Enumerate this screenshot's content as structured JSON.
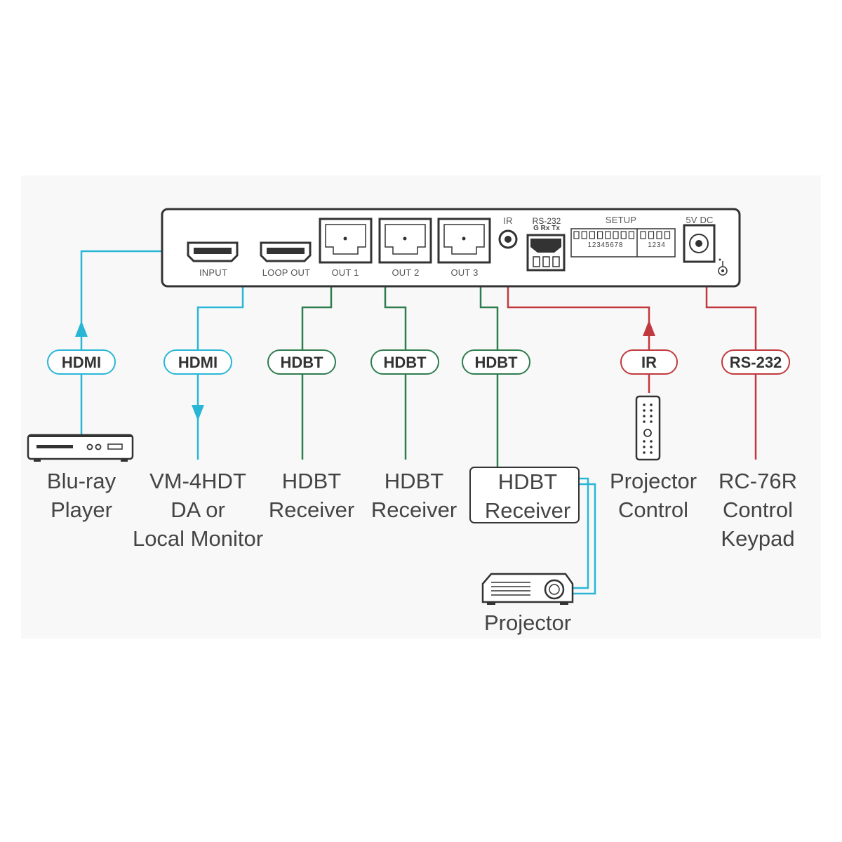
{
  "device_panel": {
    "ports": {
      "input": "INPUT",
      "loop_out": "LOOP OUT",
      "out1": "OUT 1",
      "out2": "OUT 2",
      "out3": "OUT 3",
      "ir": "IR",
      "rs232": "RS-232",
      "rs232_pins": "G  Rx  Tx",
      "setup": "SETUP",
      "setup_left_numbers": "1 2 3 4 5 6 7 8",
      "setup_right_numbers": "1 2 3 4",
      "power": "5V DC"
    }
  },
  "badges": {
    "hdmi_in": "HDMI",
    "hdmi_out": "HDMI",
    "hdbt1": "HDBT",
    "hdbt2": "HDBT",
    "hdbt3": "HDBT",
    "ir": "IR",
    "rs232": "RS-232"
  },
  "devices": {
    "bluray": [
      "Blu-ray",
      "Player"
    ],
    "monitor": [
      "VM-4HDT",
      "DA or",
      "Local Monitor"
    ],
    "receiver1": [
      "HDBT",
      "Receiver"
    ],
    "receiver2": [
      "HDBT",
      "Receiver"
    ],
    "receiver3": [
      "HDBT",
      "Receiver"
    ],
    "projector_control": [
      "Projector",
      "Control"
    ],
    "keypad": [
      "RC-76R",
      "Control",
      "Keypad"
    ],
    "projector": [
      "Projector"
    ]
  },
  "colors": {
    "hdmi": "#29b6d6",
    "hdbt": "#2e7d4f",
    "control": "#c0393d",
    "panel": "#333333"
  }
}
